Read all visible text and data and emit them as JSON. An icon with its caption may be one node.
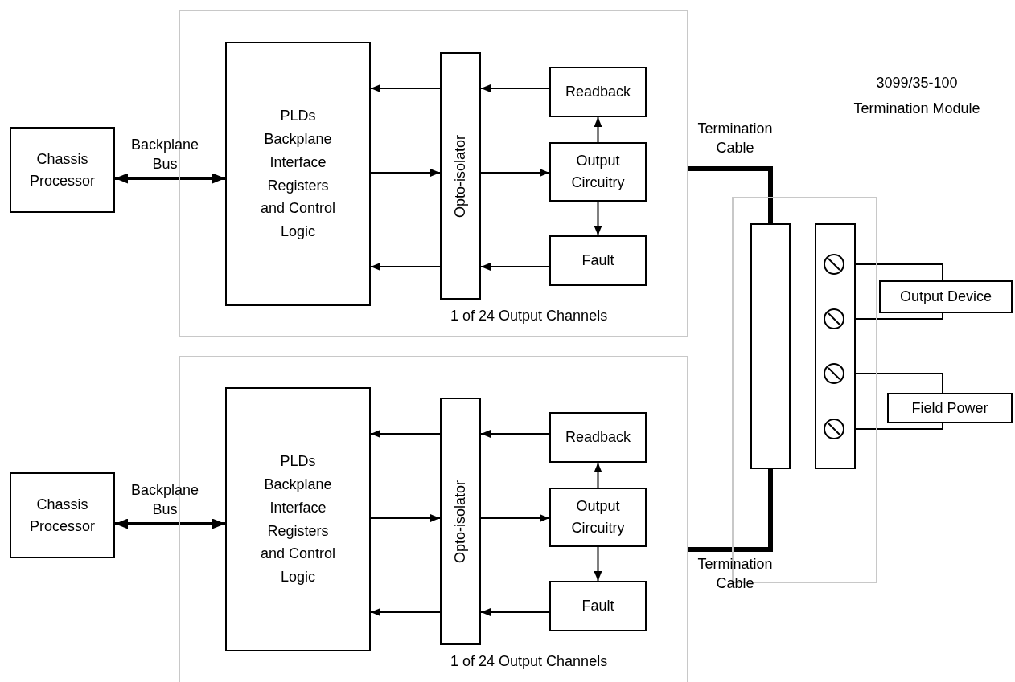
{
  "diagram": {
    "nodes": [
      {
        "text": [
          "1 of 24 Output Channels"
        ]
      },
      {
        "text": [
          "Chassis Processor"
        ]
      },
      {
        "text": [
          "PLDs Backplane Interface Registers and Control Logic"
        ],
        "in": 0
      },
      {
        "text": [
          "Opto-isolator"
        ],
        "in": 0
      },
      {
        "text": [
          "Readback"
        ],
        "in": 0
      },
      {
        "text": [
          "Output Circuitry"
        ],
        "in": 0
      },
      {
        "text": [
          "Fault"
        ],
        "in": 0
      },
      {
        "text": [
          "1 of 24 Output Channels"
        ]
      },
      {
        "text": [
          "Chassis Processor"
        ]
      },
      {
        "text": [
          "PLDs Backplane Interface Registers and Control Logic"
        ],
        "in": 7
      },
      {
        "text": [
          "Opto-isolator"
        ],
        "in": 7
      },
      {
        "text": [
          "Readback"
        ],
        "in": 7
      },
      {
        "text": [
          "Output Circuitry"
        ],
        "in": 7
      },
      {
        "text": [
          "Fault"
        ],
        "in": 7
      },
      {
        "text": [],
        "shape": "box"
      },
      {
        "text": [],
        "shape": "box",
        "in": 14
      },
      {
        "text": [],
        "shape": "box",
        "in": 14
      },
      {
        "text": [],
        "shape": "circle",
        "in": 16
      },
      {
        "text": [],
        "shape": "circle",
        "in": 16
      },
      {
        "text": [],
        "shape": "circle",
        "in": 16
      },
      {
        "text": [],
        "shape": "circle",
        "in": 16
      },
      {
        "text": [
          "Output Device"
        ]
      },
      {
        "text": [
          "Field Power"
        ]
      }
    ],
    "edges": [
      {
        "from": 1,
        "to": 2,
        "arrow": "both",
        "style": "thick",
        "label": "Backplane Bus"
      },
      {
        "from": 3,
        "to": 2,
        "arrow": "to"
      },
      {
        "from": 2,
        "to": 3,
        "arrow": "to"
      },
      {
        "from": 3,
        "to": 2,
        "arrow": "to"
      },
      {
        "from": 4,
        "to": 3,
        "arrow": "to"
      },
      {
        "from": 3,
        "to": 5,
        "arrow": "to"
      },
      {
        "from": 6,
        "to": 3,
        "arrow": "to"
      },
      {
        "from": 5,
        "to": 4,
        "arrow": "to"
      },
      {
        "from": 5,
        "to": 6,
        "arrow": "to"
      },
      {
        "from": 8,
        "to": 9,
        "arrow": "both",
        "style": "thick",
        "label": "Backplane Bus"
      },
      {
        "from": 10,
        "to": 9,
        "arrow": "to"
      },
      {
        "from": 9,
        "to": 10,
        "arrow": "to"
      },
      {
        "from": 10,
        "to": 9,
        "arrow": "to"
      },
      {
        "from": 11,
        "to": 10,
        "arrow": "to"
      },
      {
        "from": 10,
        "to": 12,
        "arrow": "to"
      },
      {
        "from": 13,
        "to": 10,
        "arrow": "to"
      },
      {
        "from": 12,
        "to": 11,
        "arrow": "to"
      },
      {
        "from": 12,
        "to": 13,
        "arrow": "to"
      },
      {
        "from": 0,
        "to": 15,
        "arrow": "none",
        "style": "thick",
        "label": "Termination Cable"
      },
      {
        "from": 7,
        "to": 15,
        "arrow": "none",
        "style": "thick",
        "label": "Termination Cable"
      },
      {
        "from": 17,
        "to": 21,
        "arrow": "none"
      },
      {
        "from": 18,
        "to": 21,
        "arrow": "none"
      },
      {
        "from": 19,
        "to": 22,
        "arrow": "none"
      },
      {
        "from": 20,
        "to": 22,
        "arrow": "none"
      }
    ],
    "labels": [
      "3099/35-100 Termination Module"
    ]
  }
}
